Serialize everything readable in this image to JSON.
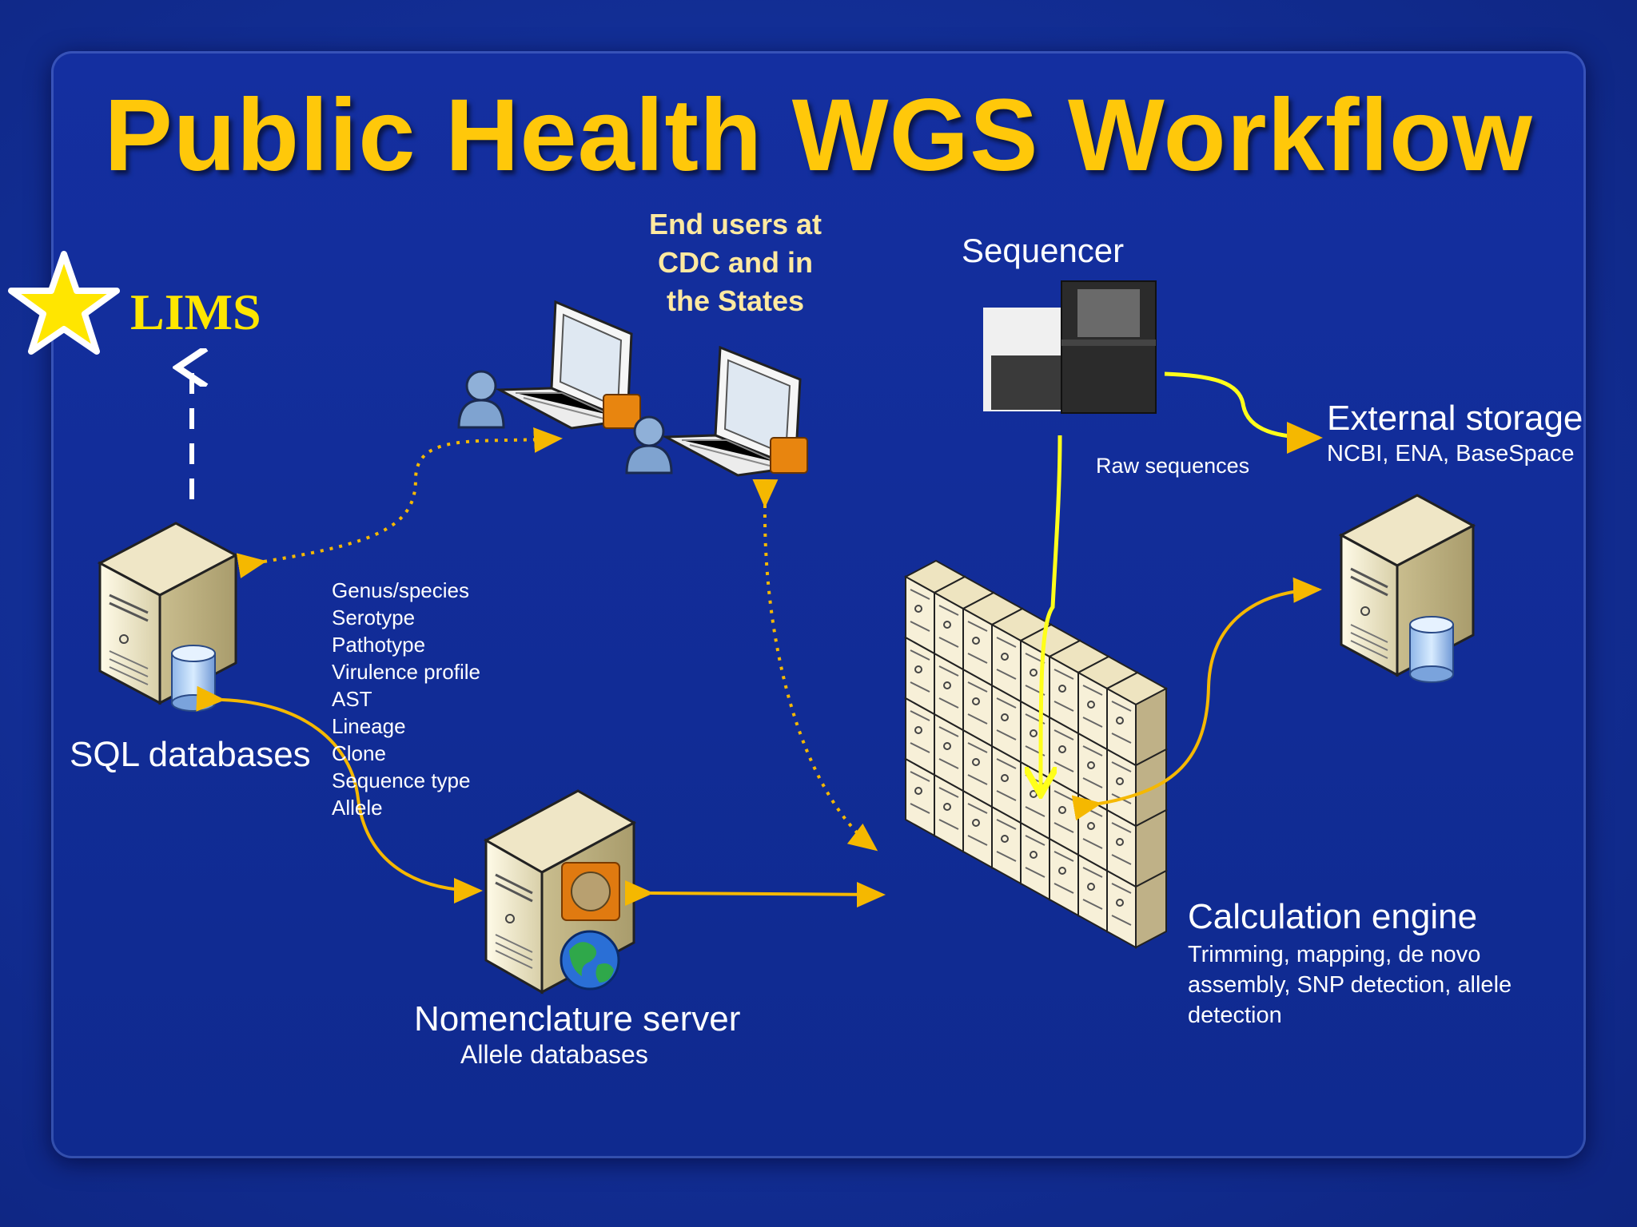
{
  "title": "Public Health WGS Workflow",
  "lims": {
    "label": "LIMS"
  },
  "sql": {
    "label": "SQL databases"
  },
  "end_users": {
    "line1": "End users at",
    "line2": "CDC and in",
    "line3": "the States"
  },
  "sequencer": {
    "label": "Sequencer"
  },
  "raw_sequences": {
    "label": "Raw sequences"
  },
  "external_storage": {
    "label": "External storage",
    "sub": "NCBI, ENA, BaseSpace"
  },
  "attributes": [
    "Genus/species",
    "Serotype",
    "Pathotype",
    "Virulence profile",
    "AST",
    "Lineage",
    "Clone",
    "Sequence type",
    "Allele"
  ],
  "nomenclature": {
    "label": "Nomenclature server",
    "sub": "Allele databases"
  },
  "calc_engine": {
    "label": "Calculation engine",
    "desc": "Trimming, mapping, de novo assembly, SNP detection, allele detection"
  },
  "colors": {
    "title": "#ffc80a",
    "arrow": "#f5b800",
    "bright_arrow": "#ffff1a",
    "background": "#1636a8"
  },
  "icons": [
    "star-icon",
    "server-icon",
    "database-icon",
    "laptop-icon",
    "user-icon",
    "globe-icon",
    "sequencer-icon",
    "server-rack-icon"
  ]
}
